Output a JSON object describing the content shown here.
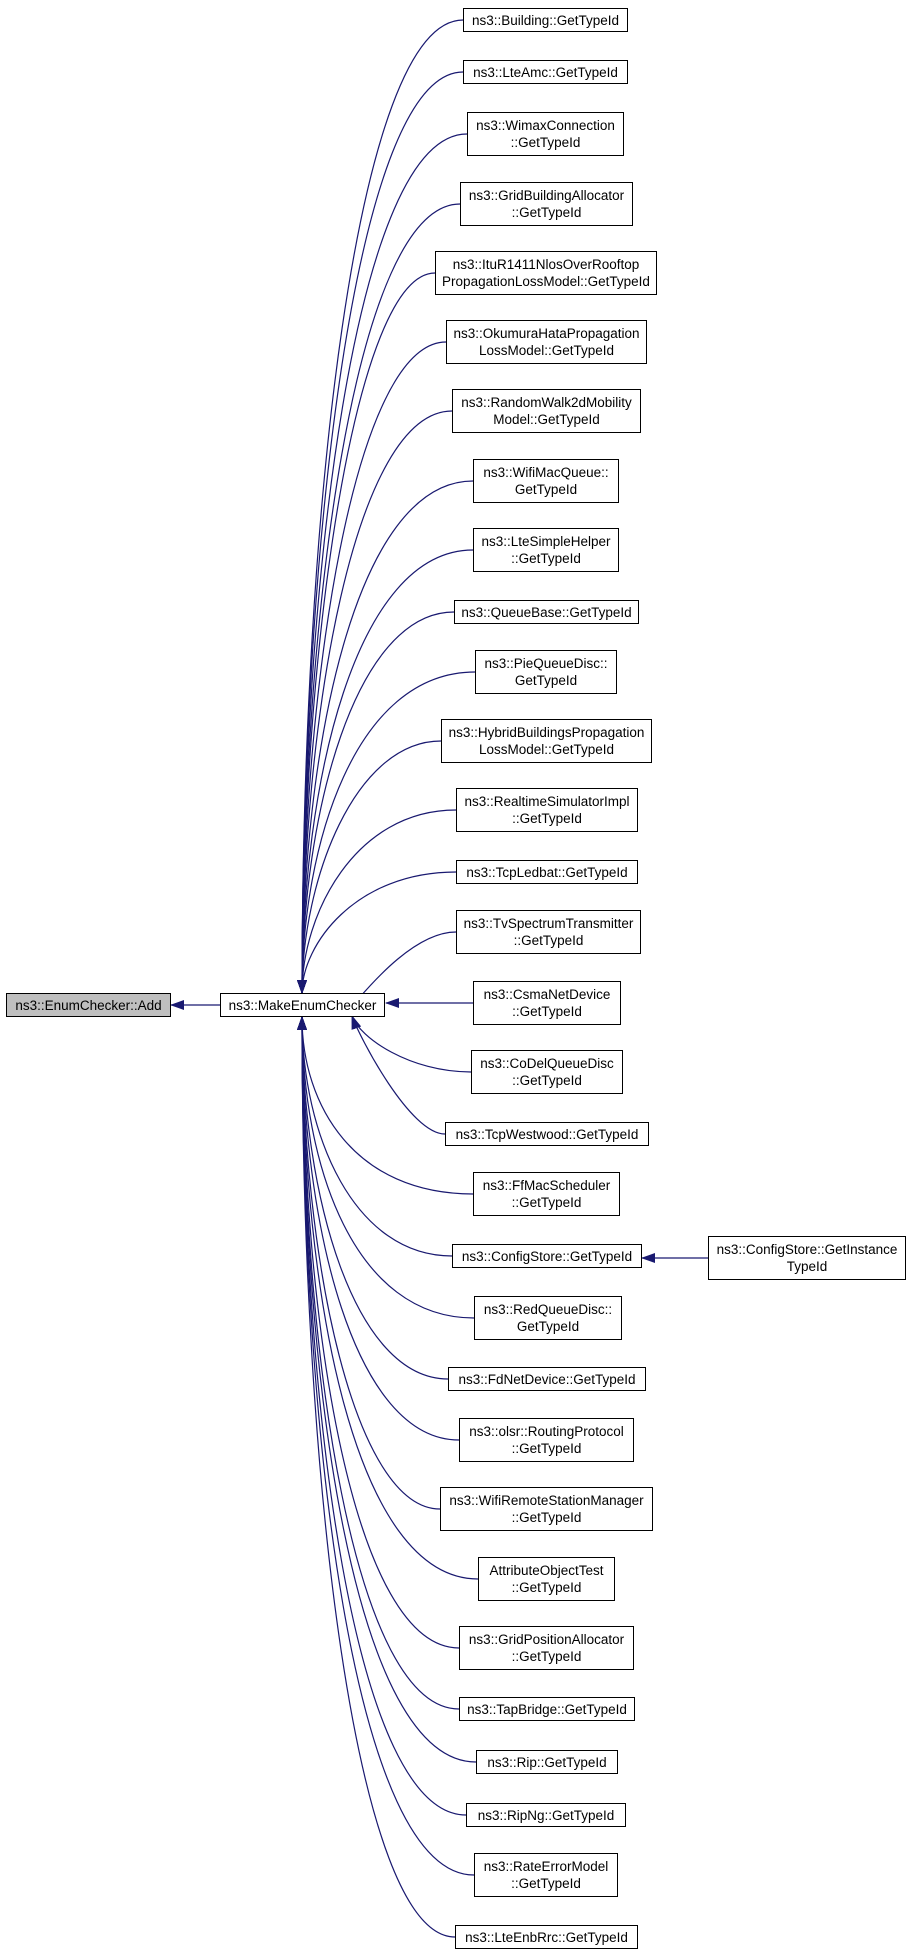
{
  "colors": {
    "edge": "#191970",
    "root_fill": "#bfbfbf",
    "node_fill": "#ffffff",
    "border": "#000000"
  },
  "nodes": {
    "root": "ns3::EnumChecker::Add",
    "make": "ns3::MakeEnumChecker",
    "building": "ns3::Building::GetTypeId",
    "lteamc": "ns3::LteAmc::GetTypeId",
    "wimax": "ns3::WimaxConnection\n::GetTypeId",
    "gridbuilding": "ns3::GridBuildingAllocator\n::GetTypeId",
    "itur": "ns3::ItuR1411NlosOverRooftop\nPropagationLossModel::GetTypeId",
    "okumura": "ns3::OkumuraHataPropagation\nLossModel::GetTypeId",
    "randomwalk": "ns3::RandomWalk2dMobility\nModel::GetTypeId",
    "wifimacqueue": "ns3::WifiMacQueue::\nGetTypeId",
    "ltesimple": "ns3::LteSimpleHelper\n::GetTypeId",
    "queuebase": "ns3::QueueBase::GetTypeId",
    "piequeue": "ns3::PieQueueDisc::\nGetTypeId",
    "hybrid": "ns3::HybridBuildingsPropagation\nLossModel::GetTypeId",
    "realtime": "ns3::RealtimeSimulatorImpl\n::GetTypeId",
    "tcpledbat": "ns3::TcpLedbat::GetTypeId",
    "tvspectrum": "ns3::TvSpectrumTransmitter\n::GetTypeId",
    "csma": "ns3::CsmaNetDevice\n::GetTypeId",
    "codel": "ns3::CoDelQueueDisc\n::GetTypeId",
    "tcpwestwood": "ns3::TcpWestwood::GetTypeId",
    "ffmac": "ns3::FfMacScheduler\n::GetTypeId",
    "configstore": "ns3::ConfigStore::GetTypeId",
    "configinstance": "ns3::ConfigStore::GetInstance\nTypeId",
    "redqueue": "ns3::RedQueueDisc::\nGetTypeId",
    "fdnet": "ns3::FdNetDevice::GetTypeId",
    "olsr": "ns3::olsr::RoutingProtocol\n::GetTypeId",
    "wifiremote": "ns3::WifiRemoteStationManager\n::GetTypeId",
    "attrobj": "AttributeObjectTest\n::GetTypeId",
    "gridposition": "ns3::GridPositionAllocator\n::GetTypeId",
    "tapbridge": "ns3::TapBridge::GetTypeId",
    "rip": "ns3::Rip::GetTypeId",
    "ripng": "ns3::RipNg::GetTypeId",
    "rateerror": "ns3::RateErrorModel\n::GetTypeId",
    "lteenbrrc": "ns3::LteEnbRrc::GetTypeId"
  }
}
